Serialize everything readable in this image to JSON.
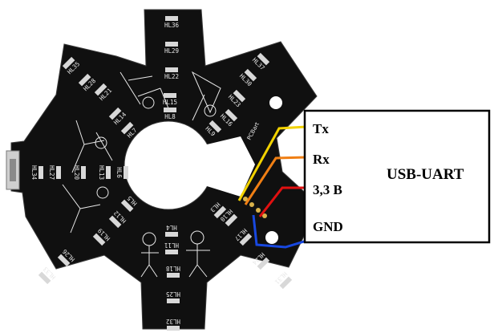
{
  "module": {
    "title": "USB-UART",
    "pins": [
      {
        "label": "Tx",
        "wire_color": "#f2d200"
      },
      {
        "label": "Rx",
        "wire_color": "#f07f14"
      },
      {
        "label": "3,3 B",
        "wire_color": "#e01010"
      },
      {
        "label": "GND",
        "wire_color": "#1848e0"
      }
    ]
  },
  "pcb": {
    "brand_text": "PCBart",
    "board_color": "#101010",
    "silkscreen_color": "#e8e8e8",
    "led_labels": [
      "HL36",
      "HL29",
      "HL22",
      "HL15",
      "HL8",
      "HL37",
      "HL30",
      "HL23",
      "HL16",
      "HL9",
      "HL35",
      "HL28",
      "HL21",
      "HL14",
      "HL7",
      "HL34",
      "HL27",
      "HL20",
      "HL13",
      "HL6",
      "HL33",
      "HL26",
      "HL19",
      "HL12",
      "HL5",
      "HL32",
      "HL25",
      "HL18",
      "HL11",
      "HL4",
      "HL31",
      "HL24",
      "HL17",
      "HL10",
      "HL3"
    ]
  }
}
